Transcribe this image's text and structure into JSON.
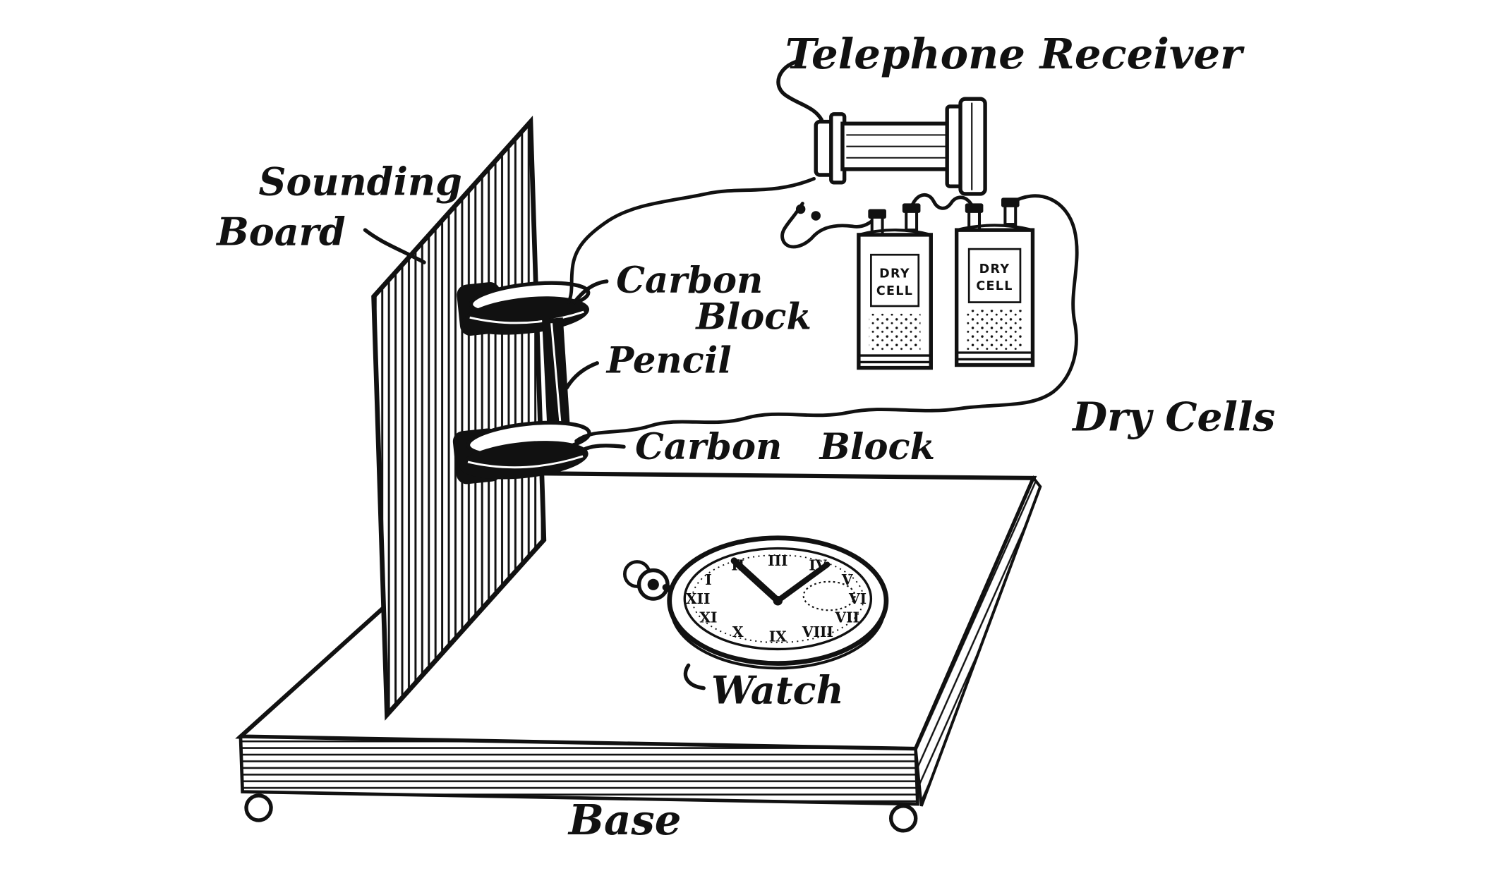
{
  "figure": {
    "background": "#ffffff",
    "ink": "#111111",
    "labels": {
      "telephone_receiver": "Telephone Receiver",
      "sounding_line1": "Sounding",
      "sounding_line2": "Board",
      "carbon_upper_line1": "Carbon",
      "carbon_upper_line2": "Block",
      "pencil": "Pencil",
      "carbon_lower_word1": "Carbon",
      "carbon_lower_word2": "Block",
      "dry_cells": "Dry Cells",
      "watch": "Watch",
      "base": "Base"
    },
    "dry_cell_print": {
      "line1": "DRY",
      "line2": "CELL"
    },
    "watch_numerals": [
      "XII",
      "I",
      "II",
      "III",
      "IV",
      "V",
      "VI",
      "VII",
      "VIII",
      "IX",
      "X",
      "XI"
    ]
  }
}
